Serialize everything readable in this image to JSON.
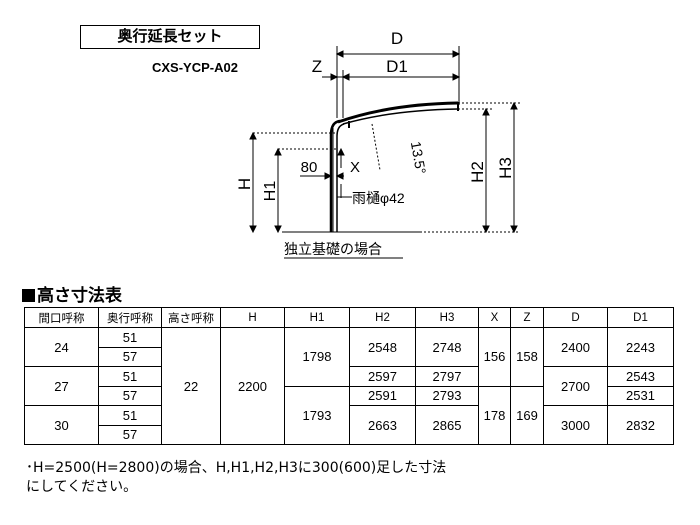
{
  "header": {
    "title": "奥行延長セット",
    "model": "CXS-YCP-A02"
  },
  "diagram": {
    "labels": {
      "D": "D",
      "D1": "D1",
      "Z": "Z",
      "H": "H",
      "H1": "H1",
      "H2": "H2",
      "H3": "H3",
      "slope": "13.5°",
      "eighty": "80",
      "X": "X",
      "gutter": "雨樋φ42",
      "caption": "独立基礎の場合"
    }
  },
  "table": {
    "title": "高さ寸法表",
    "headers": [
      "間口呼称",
      "奥行呼称",
      "高さ呼称",
      "H",
      "H1",
      "H2",
      "H3",
      "X",
      "Z",
      "D",
      "D1"
    ],
    "col_groups": {
      "width_24": "24",
      "width_27": "27",
      "width_30": "30",
      "depth_51": "51",
      "depth_57": "57",
      "height_22": "22",
      "H": "2200",
      "H1_a": "1798",
      "H1_b": "1793",
      "H2_a": "2548",
      "H2_b": "2597",
      "H2_c": "2591",
      "H2_d": "2663",
      "H3_a": "2748",
      "H3_b": "2797",
      "H3_c": "2793",
      "H3_d": "2865",
      "X_a": "156",
      "X_b": "178",
      "Z_a": "158",
      "Z_b": "169",
      "D_a": "2400",
      "D_b": "2700",
      "D_c": "3000",
      "D1_a": "2243",
      "D1_b": "2543",
      "D1_c": "2531",
      "D1_d": "2832"
    }
  },
  "footnote": {
    "line1": "･H=2500(H=2800)の場合、H,H1,H2,H3に300(600)足した寸法",
    "line2": "にしてください。"
  }
}
